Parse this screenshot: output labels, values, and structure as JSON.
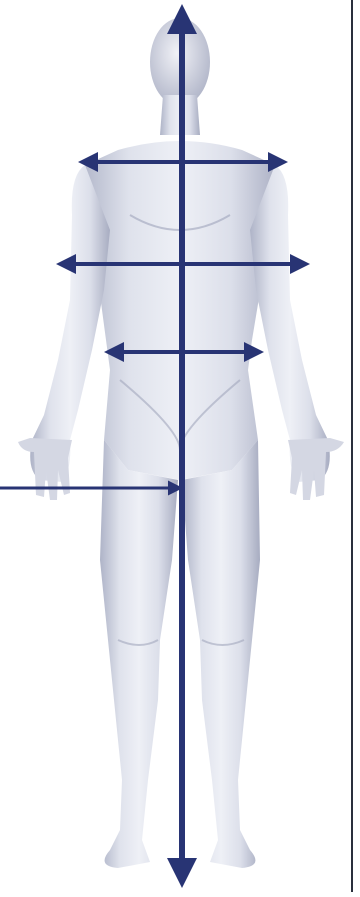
{
  "figure": {
    "subject": "human-figure-front-view",
    "measurement_lines": [
      {
        "name": "height",
        "orientation": "vertical",
        "arrowheads": 2
      },
      {
        "name": "chest",
        "orientation": "horizontal",
        "arrowheads": 2
      },
      {
        "name": "waist",
        "orientation": "horizontal",
        "arrowheads": 2
      },
      {
        "name": "hip",
        "orientation": "horizontal",
        "arrowheads": 2
      },
      {
        "name": "inseam-pointer",
        "orientation": "horizontal",
        "arrowheads": 1
      }
    ]
  },
  "colors": {
    "arrow": "#283474",
    "skin_light": "#e9ebf3",
    "skin_mid": "#c8ccdc",
    "skin_shadow": "#8e94ad",
    "background": "#ffffff",
    "frame": "#2a2f3c"
  }
}
